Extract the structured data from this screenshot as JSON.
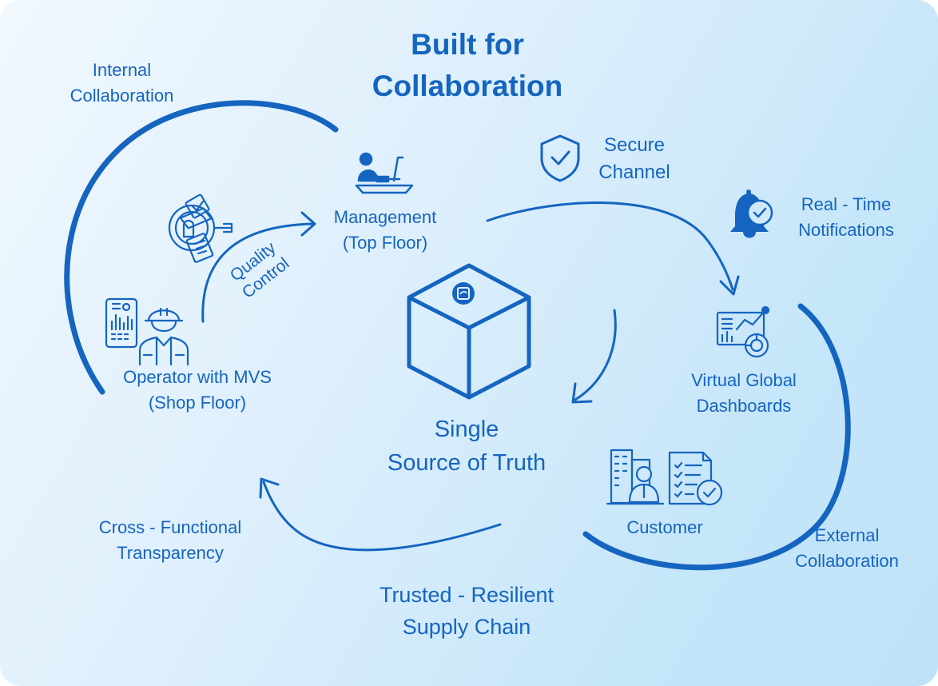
{
  "title": [
    "Built for",
    "Collaboration"
  ],
  "internal_collaboration": [
    "Internal",
    "Collaboration"
  ],
  "management": [
    "Management",
    "(Top Floor)"
  ],
  "quality_control": [
    "Quality",
    "Control"
  ],
  "operator": [
    "Operator with MVS",
    "(Shop Floor)"
  ],
  "secure_channel": [
    "Secure",
    "Channel"
  ],
  "notifications": [
    "Real - Time",
    "Notifications"
  ],
  "dashboards": [
    "Virtual Global",
    "Dashboards"
  ],
  "center": [
    "Single",
    "Source of Truth"
  ],
  "customer": "Customer",
  "external_collaboration": [
    "External",
    "Collaboration"
  ],
  "cross_functional": [
    "Cross - Functional",
    "Transparency"
  ],
  "supply_chain": [
    "Trusted - Resilient",
    "Supply Chain"
  ],
  "colors": {
    "primary": "#1565c0",
    "background_light": "#f1f8fe",
    "background_dark": "#bde2f8"
  },
  "icons": [
    "hand-cube-logo-icon",
    "management-desk-icon",
    "quality-inspection-icon",
    "tablet-chart-icon",
    "worker-helmet-icon",
    "shield-check-icon",
    "bell-clock-icon",
    "dashboard-chart-icon",
    "office-building-icon",
    "customer-person-icon",
    "checklist-document-icon"
  ]
}
